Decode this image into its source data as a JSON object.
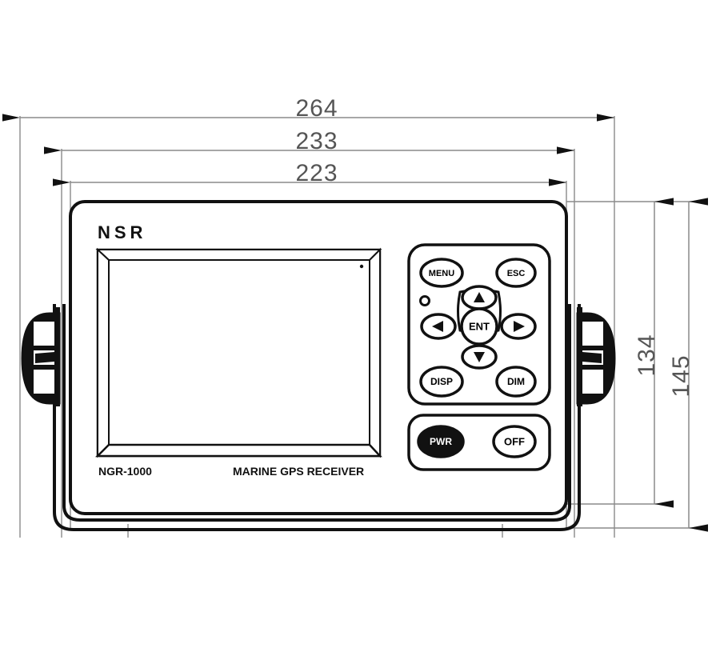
{
  "drawing": {
    "type": "engineering-dimension-drawing",
    "subject": "NSR NGR-1000 Marine GPS Receiver front view with mounting bracket",
    "units": "mm",
    "line_color": "#111111",
    "dimension_color": "#555555",
    "background": "#ffffff"
  },
  "dimensions": {
    "horizontal": [
      {
        "label": "264",
        "note": "overall width including mounting knobs"
      },
      {
        "label": "233",
        "note": "bracket outer width"
      },
      {
        "label": "223",
        "note": "device body width"
      }
    ],
    "vertical": [
      {
        "label": "134",
        "note": "device body height"
      },
      {
        "label": "145",
        "note": "overall height including bracket"
      }
    ]
  },
  "device": {
    "brand": "NSR",
    "model": "NGR-1000",
    "description": "MARINE GPS RECEIVER",
    "screen": {
      "name": "lcd-display",
      "bezel": "beveled"
    },
    "led": {
      "name": "status-led"
    }
  },
  "keypad": {
    "panel_name": "main-keypad-panel",
    "buttons": [
      {
        "id": "menu",
        "label": "MENU",
        "shape": "oval"
      },
      {
        "id": "esc",
        "label": "ESC",
        "shape": "oval"
      },
      {
        "id": "ent",
        "label": "ENT",
        "shape": "circle"
      },
      {
        "id": "up",
        "label": "",
        "shape": "oval",
        "icon": "triangle-up-icon"
      },
      {
        "id": "down",
        "label": "",
        "shape": "oval",
        "icon": "triangle-down-icon"
      },
      {
        "id": "left",
        "label": "",
        "shape": "oval",
        "icon": "triangle-left-icon"
      },
      {
        "id": "right",
        "label": "",
        "shape": "oval",
        "icon": "triangle-right-icon"
      },
      {
        "id": "disp",
        "label": "DISP",
        "shape": "oval"
      },
      {
        "id": "dim",
        "label": "DIM",
        "shape": "oval"
      }
    ]
  },
  "power_panel": {
    "panel_name": "power-keypad-panel",
    "buttons": [
      {
        "id": "pwr",
        "label": "PWR",
        "style": "filled-dark"
      },
      {
        "id": "off",
        "label": "OFF",
        "style": "outline"
      }
    ]
  },
  "mounting": {
    "left_knob": "bracket-knob-left",
    "right_knob": "bracket-knob-right",
    "bracket": "u-shaped-mounting-bracket"
  }
}
